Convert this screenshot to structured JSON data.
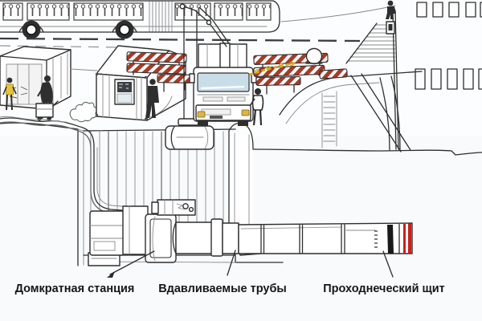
{
  "labels": {
    "jacking_station": "Домкратная станция",
    "pushed_pipes": "Вдавливаемые трубы",
    "tunnel_shield": "Проходнеческий щит"
  },
  "colors": {
    "ink": "#2e2e2e",
    "line_soft": "#8a8a8a",
    "barrier_red": "#a63b28",
    "shield_red": "#c9201d",
    "chain_yellow": "#d9a726",
    "vest_yellow": "#e4c43c",
    "amber": "#ddb44a",
    "glass_blue": "#c9dde9",
    "panel_dark": "#3a4046",
    "background": "#fbfcfd"
  },
  "scene_elements": [
    "city-bus",
    "equipment-shed",
    "site-cabin",
    "crane-truck",
    "crane-boom",
    "crane-cables",
    "lowered-pipe-segment",
    "workers",
    "striped-safety-barriers",
    "yellow-safety-chain",
    "pedestrian-crossing",
    "street-pole",
    "excavation-pit",
    "sheet-pile-walls",
    "hydraulic-hoses",
    "jacking-station-machine",
    "jacked-pipes",
    "tunnel-shield-red-edge",
    "leader-lines"
  ]
}
